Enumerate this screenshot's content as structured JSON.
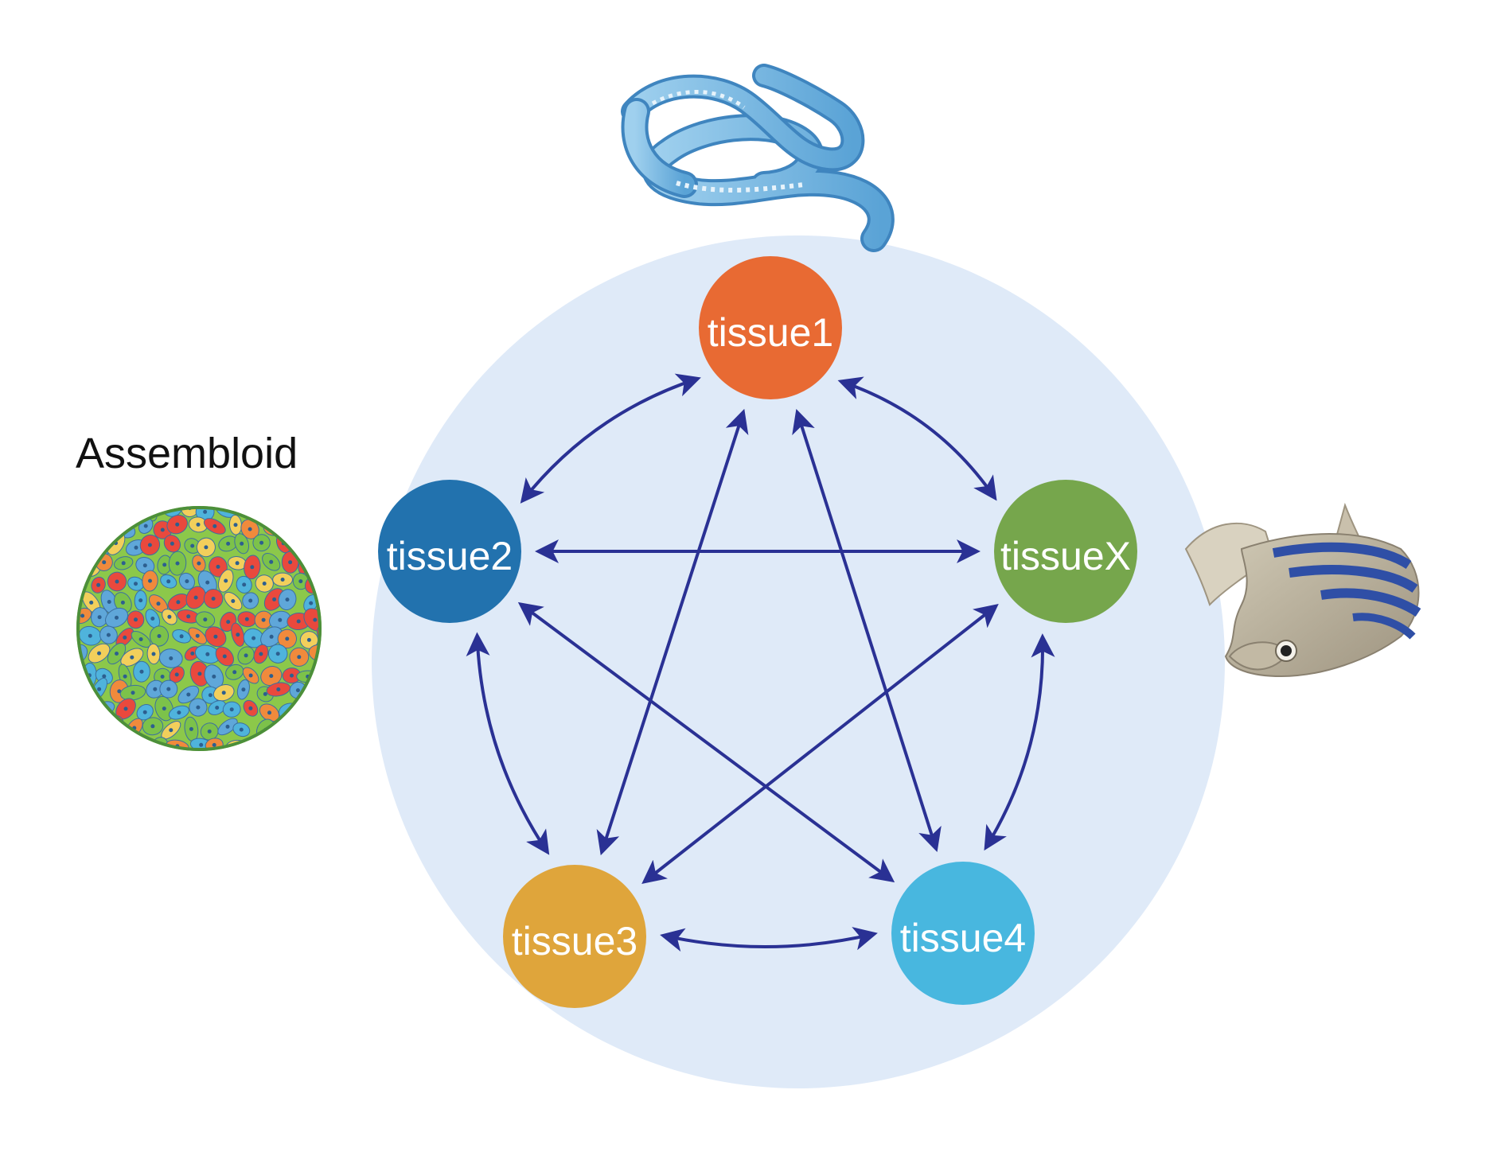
{
  "assembloid": {
    "label": "Assembloid"
  },
  "colors": {
    "background_circle": "#dfeaf8",
    "arrow": "#2a3194",
    "tissue1": "#e86a33",
    "tissue2": "#2272ae",
    "tissueX": "#76a64c",
    "tissue3": "#dfa53b",
    "tissue4": "#48b7df"
  },
  "nodes": [
    {
      "id": "tissue1",
      "label": "tissue1",
      "color": "#e86a33"
    },
    {
      "id": "tissue2",
      "label": "tissue2",
      "color": "#2272ae"
    },
    {
      "id": "tissueX",
      "label": "tissueX",
      "color": "#76a64c"
    },
    {
      "id": "tissue3",
      "label": "tissue3",
      "color": "#dfa53b"
    },
    {
      "id": "tissue4",
      "label": "tissue4",
      "color": "#48b7df"
    }
  ],
  "edges": [
    {
      "from": "tissue1",
      "to": "tissue2",
      "bidirectional": true
    },
    {
      "from": "tissue1",
      "to": "tissueX",
      "bidirectional": true
    },
    {
      "from": "tissue2",
      "to": "tissue3",
      "bidirectional": true
    },
    {
      "from": "tissueX",
      "to": "tissue4",
      "bidirectional": true
    },
    {
      "from": "tissue3",
      "to": "tissue4",
      "bidirectional": true
    },
    {
      "from": "tissue2",
      "to": "tissueX",
      "bidirectional": true
    },
    {
      "from": "tissue1",
      "to": "tissue3",
      "bidirectional": true
    },
    {
      "from": "tissue1",
      "to": "tissue4",
      "bidirectional": true
    },
    {
      "from": "tissue2",
      "to": "tissue4",
      "bidirectional": true
    },
    {
      "from": "tissueX",
      "to": "tissue3",
      "bidirectional": true
    }
  ],
  "icons": {
    "worm": "nematode-worm-icon",
    "fish": "zebrafish-icon",
    "organoid": "assembloid-sphere-icon"
  }
}
